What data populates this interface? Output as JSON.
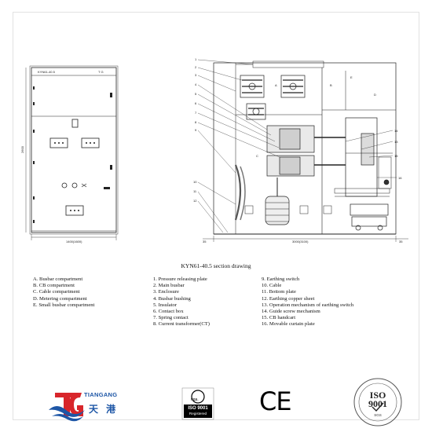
{
  "front_view": {
    "model_label": "KYN61-40.5",
    "tg_label": "T G",
    "width_dim": "1400(1600)",
    "height_dim": "2600"
  },
  "section_view": {
    "compartment_labels": [
      "A",
      "B",
      "C",
      "D",
      "E"
    ],
    "width_dim": "3000(3100)",
    "left_offset": "35",
    "right_offset": "35",
    "callouts_left": [
      "1",
      "2",
      "3",
      "4",
      "5",
      "6",
      "7",
      "8",
      "9",
      "10",
      "11",
      "12"
    ],
    "callouts_right": [
      "13",
      "14",
      "15",
      "16"
    ]
  },
  "caption": "KYN61-40.5  section drawing",
  "compartments": [
    "A. Busbar compartment",
    "B. CB compartment",
    "C. Cable compartment",
    "D. Metering compartment",
    "E. Small busbar compartment"
  ],
  "parts_col1": [
    "1. Pressure releasing plate",
    "2. Main busbar",
    "3. Enclosure",
    "4. Busbar bushing",
    "5. Insulator",
    "6. Contact box",
    "7. Spring contact",
    "8. Current transformer(CT)"
  ],
  "parts_col2": [
    "9. Earthing switch",
    "10. Cable",
    "11. Bottom plate",
    "12. Earthing copper sheet",
    "13. Operation mechanism of earthing switch",
    "14. Guide screw mechanism",
    "15. CB handcart",
    "16. Movable curtain plate"
  ],
  "logos": {
    "tiangang_en": "TIANGANG",
    "tiangang_cn": "天 港",
    "nqa": "nqa.",
    "iso_badge": "ISO 9001",
    "iso_badge_sub": "Registered",
    "ce": "CE",
    "seal_iso": "ISO",
    "seal_num": "9001",
    "seal_sgs": "SGS"
  },
  "colors": {
    "tiangang_blue": "#1d56a6",
    "tiangang_red": "#d8262b"
  }
}
